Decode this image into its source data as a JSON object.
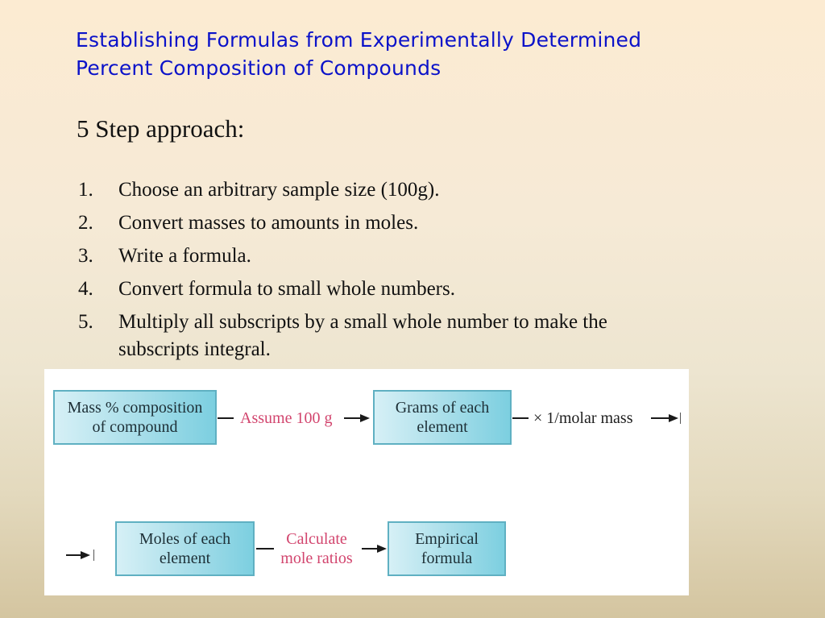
{
  "slide": {
    "title_line1": "Establishing Formulas from Experimentally Determined",
    "title_line2": "Percent Composition of Compounds",
    "subtitle": "5 Step approach:",
    "steps": [
      {
        "num": "1.",
        "text": "Choose an arbitrary sample size (100g)."
      },
      {
        "num": "2.",
        "text": "Convert masses to amounts in moles."
      },
      {
        "num": "3.",
        "text": "Write a formula."
      },
      {
        "num": "4.",
        "text": "Convert formula to small whole numbers."
      },
      {
        "num": "5.",
        "text": "Multiply all subscripts by a small whole number to make the subscripts integral."
      }
    ]
  },
  "diagram": {
    "boxes": [
      {
        "line1": "Mass % composition",
        "line2": "of compound"
      },
      {
        "line1": "Grams of each",
        "line2": "element"
      },
      {
        "line1": "Moles of each",
        "line2": "element"
      },
      {
        "line1": "Empirical",
        "line2": "formula"
      }
    ],
    "labels": {
      "assume": "Assume 100 g",
      "molar": "× 1/molar mass",
      "calc_line1": "Calculate",
      "calc_line2": "mole ratios"
    },
    "colors": {
      "box_border": "#5fb0c2",
      "step_label": "#d2456e",
      "title": "#0b12c9"
    }
  }
}
